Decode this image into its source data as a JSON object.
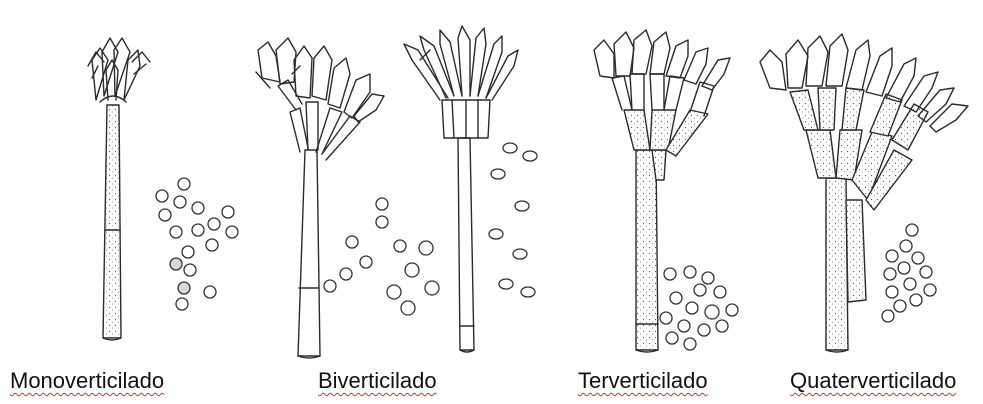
{
  "labels": {
    "mono": "Monoverticilado",
    "bi": "Biverticilado",
    "ter": "Terverticilado",
    "quat": "Quaterverticilado"
  },
  "icons": {
    "mono": "monoverticillate-penicillus-icon",
    "bi_a": "biverticillate-penicillus-icon",
    "bi_b": "biverticillate-penicillus-open-icon",
    "ter": "terverticillate-penicillus-icon",
    "quat": "quaterverticillate-penicillus-icon",
    "spores": "conidia-cluster-icon"
  }
}
